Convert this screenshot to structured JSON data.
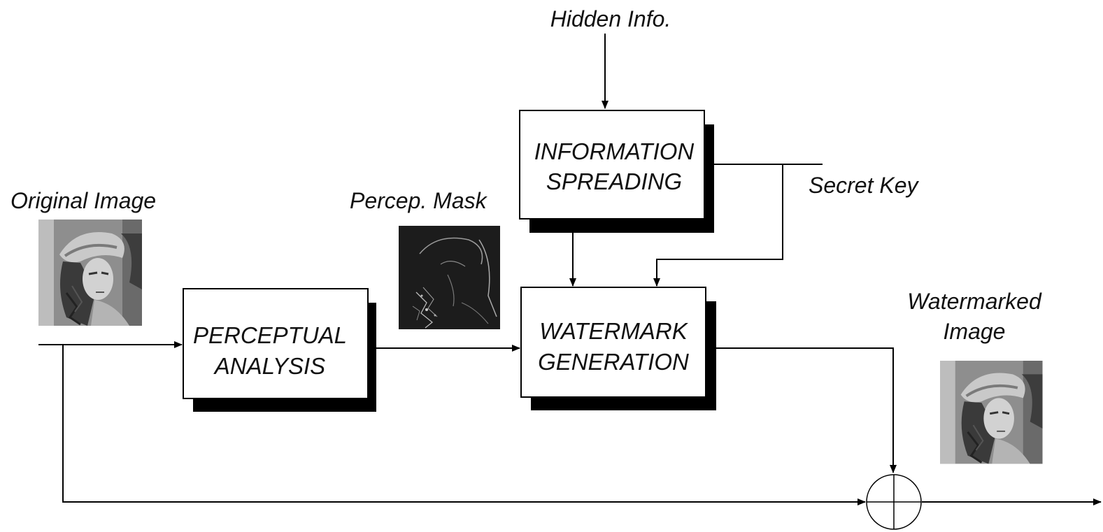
{
  "labels": {
    "hidden_info": "Hidden Info.",
    "original_image": "Original Image",
    "percep_mask": "Percep. Mask",
    "secret_key": "Secret Key",
    "watermarked_line1": "Watermarked",
    "watermarked_line2": "Image"
  },
  "blocks": {
    "info_spreading": {
      "line1": "INFORMATION",
      "line2": "SPREADING"
    },
    "perceptual_analysis": {
      "line1": "PERCEPTUAL",
      "line2": "ANALYSIS"
    },
    "watermark_generation": {
      "line1": "WATERMARK",
      "line2": "GENERATION"
    }
  },
  "images": {
    "original": "lena-portrait-photo",
    "mask": "perceptual-mask-image",
    "watermarked": "lena-portrait-watermarked-photo"
  },
  "colors": {
    "line": "#000000",
    "shadow": "#000000",
    "box_fill": "#ffffff",
    "photo_bg": "#9a9a9a",
    "mask_bg": "#1c1c1c"
  }
}
